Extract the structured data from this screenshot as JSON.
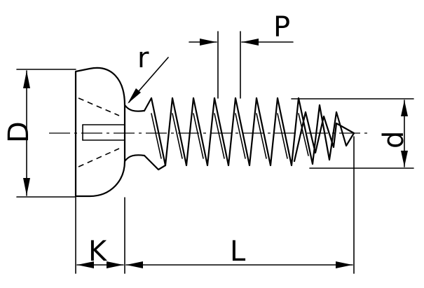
{
  "labels": {
    "D": "D",
    "K": "K",
    "L": "L",
    "P": "P",
    "r": "r",
    "d": "d"
  }
}
